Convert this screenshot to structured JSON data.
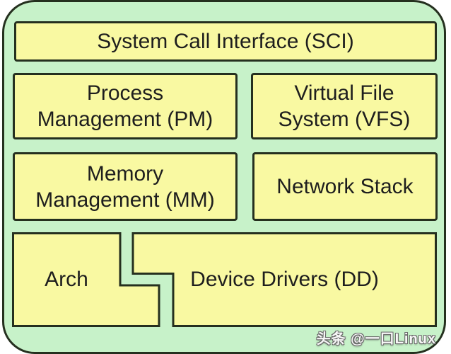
{
  "colors": {
    "container_bg": "#c7f2c9",
    "box_bg": "#f9f9a2",
    "border": "#25301f",
    "text": "#1e1e1e",
    "watermark_text": "#f8f8f8"
  },
  "blocks": {
    "sci": {
      "lines": [
        "System Call Interface (SCI)"
      ]
    },
    "pm": {
      "lines": [
        "Process",
        "Management (PM)"
      ]
    },
    "vfs": {
      "lines": [
        "Virtual File",
        "System (VFS)"
      ]
    },
    "mm": {
      "lines": [
        "Memory",
        "Management (MM)"
      ]
    },
    "network": {
      "lines": [
        "Network Stack"
      ]
    },
    "arch": {
      "lines": [
        "Arch"
      ]
    },
    "dd": {
      "lines": [
        "Device Drivers (DD)"
      ]
    }
  },
  "watermark": {
    "text": "头条 @一口Linux"
  }
}
